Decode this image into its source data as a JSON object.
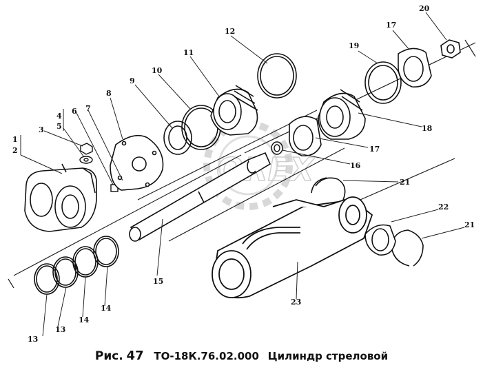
{
  "caption": {
    "fig_prefix": "Рис.",
    "fig_number": "47",
    "code": "ТО-18К.76.02.000",
    "title": "Цилиндр стреловой"
  },
  "watermark": {
    "text": "OREX"
  },
  "callouts": [
    {
      "id": "c1",
      "text": "1"
    },
    {
      "id": "c2",
      "text": "2"
    },
    {
      "id": "c3",
      "text": "3"
    },
    {
      "id": "c4",
      "text": "4"
    },
    {
      "id": "c5",
      "text": "5"
    },
    {
      "id": "c6",
      "text": "6"
    },
    {
      "id": "c7",
      "text": "7"
    },
    {
      "id": "c8",
      "text": "8"
    },
    {
      "id": "c9",
      "text": "9"
    },
    {
      "id": "c10",
      "text": "10"
    },
    {
      "id": "c11",
      "text": "11"
    },
    {
      "id": "c12",
      "text": "12"
    },
    {
      "id": "c13a",
      "text": "13"
    },
    {
      "id": "c13b",
      "text": "13"
    },
    {
      "id": "c14a",
      "text": "14"
    },
    {
      "id": "c14b",
      "text": "14"
    },
    {
      "id": "c15",
      "text": "15"
    },
    {
      "id": "c16",
      "text": "16"
    },
    {
      "id": "c17a",
      "text": "17"
    },
    {
      "id": "c17b",
      "text": "17"
    },
    {
      "id": "c18",
      "text": "18"
    },
    {
      "id": "c19",
      "text": "19"
    },
    {
      "id": "c20",
      "text": "20"
    },
    {
      "id": "c21a",
      "text": "21"
    },
    {
      "id": "c21b",
      "text": "21"
    },
    {
      "id": "c22",
      "text": "22"
    },
    {
      "id": "c23",
      "text": "23"
    }
  ]
}
